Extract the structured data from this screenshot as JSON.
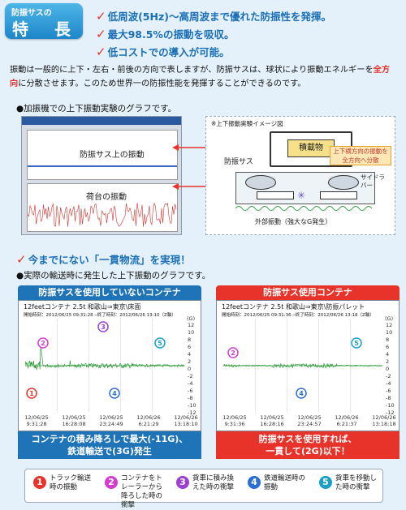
{
  "header": {
    "small": "防振サスの",
    "big": "特　長"
  },
  "features": [
    "低周波(5Hz)〜高周波まで優れた防振性を発揮。",
    "最大98.5%の振動を吸収。",
    "低コストでの導入が可能。"
  ],
  "intro": {
    "part1": "振動は一般的に上下・左右・前後の方向で表しますが、防振サスは、球状により振動エネルギーを",
    "highlight": "全方向",
    "part2": "に分散させます。このため世界一の防振性能を発揮することができるのです。"
  },
  "section1": {
    "bullet": "●加振機での上下振動実験のグラフです。",
    "graph_top": "防振サス上の振動",
    "graph_bottom": "荷台の振動",
    "diagram_title": "※上下振動実験イメージ図",
    "diagram_cargo": "積載物",
    "diagram_sus": "防振サス",
    "diagram_dir": "上下横方向の振動を全方向へ分散",
    "diagram_side": "サイドラバー",
    "diagram_ext": "外部振動（強大なG発生）"
  },
  "section2": {
    "title": "今までにない「一貫物流」を実現！",
    "bullet": "●実際の輸送時に発生した上下振動のグラフです。"
  },
  "left_panel": {
    "head": "防振サスを使用していないコンテナ",
    "title": "12feetコンテナ 2.5t 和歌山⇒東京\\床面",
    "sub": "開始時刻：2012/06/25 09:31:28 ─終了時刻：2012/06/26 13:10（Z軸）",
    "x_ticks": [
      "12/06/25 9:31:28",
      "12/06/25 16:28:08",
      "12/06/25 23:24:49",
      "12/06/26 6:21:29",
      "12/06/26 13:18:10"
    ],
    "banner": [
      "コンテナの積み降ろしで最大(-11G)、",
      "鉄道輸送で(3G)発生"
    ]
  },
  "right_panel": {
    "head": "防振サス使用コンテナ",
    "title": "12feetコンテナ 2.5t 和歌山⇒東京\\防振パレット",
    "sub": "開始時刻：2012/06/25 09:31:36 ─終了時刻：2012/06/26 13:18（Z軸）",
    "x_ticks": [
      "12/06/25 9:31:36",
      "12/06/25 16:28:16",
      "12/06/25 23:24:57",
      "12/06/26 6:21:37",
      "12/06/26 13:18:18"
    ],
    "banner": [
      "防振サスを使用すれば、",
      "一貫して(2G)以下！"
    ]
  },
  "y_axis": [
    "12",
    "10",
    "8",
    "6",
    "4",
    "2",
    "0",
    "-2",
    "-4",
    "-6",
    "-8",
    "-10",
    "-12"
  ],
  "y_unit": "(G)",
  "legend": [
    {
      "n": "1",
      "text": "トラック輸送時の振動",
      "color": "#e8332a"
    },
    {
      "n": "2",
      "text": "コンテナをトレーラーから降ろした時の衝撃",
      "color": "#d63bd0"
    },
    {
      "n": "3",
      "text": "貨車に積み換えた時の衝撃",
      "color": "#9b3fd6"
    },
    {
      "n": "4",
      "text": "鉄道輸送時の振動",
      "color": "#2a6fd6"
    },
    {
      "n": "5",
      "text": "貨車を移動した時の衝撃",
      "color": "#1aa0c8"
    }
  ],
  "markers_left": [
    "1",
    "2",
    "3",
    "4",
    "5"
  ],
  "markers_right": [
    "2",
    "4",
    "5"
  ]
}
